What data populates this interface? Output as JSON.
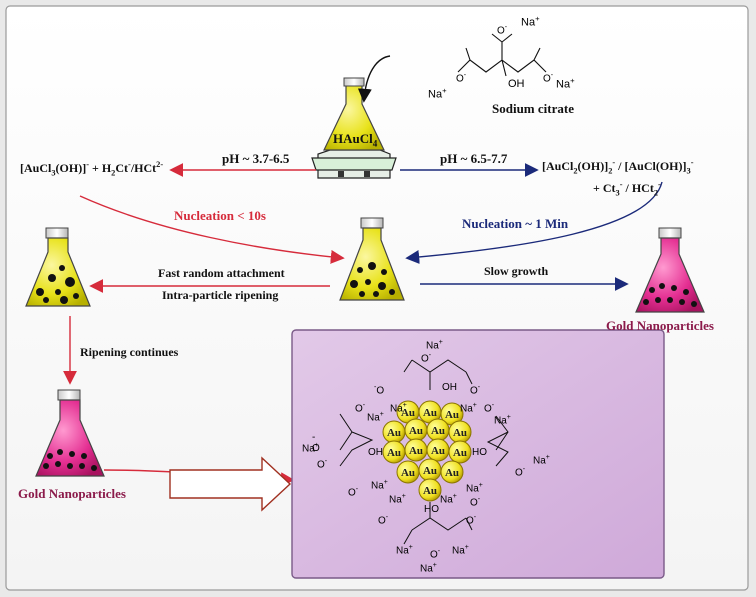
{
  "center_flask": {
    "label": "HAuCl",
    "sub": "4"
  },
  "citrate": {
    "caption": "Sodium citrate",
    "na": "Na",
    "plus": "+",
    "oh": "OH",
    "o": "O"
  },
  "left_branch": {
    "ph": "pH ~ 3.7-6.5",
    "species_a": "[AuCl",
    "species_a_sub": "3",
    "species_a_mid": "(OH)]",
    "species_a_sup": "-",
    "species_b": " + H",
    "species_b_sub": "2",
    "species_b_mid": "Ct",
    "species_b_sup": "-",
    "species_b_end": "/HCt",
    "species_b_sup2": "2-",
    "nucleation": "Nucleation < 10s",
    "attach": "Fast random attachment",
    "ripen": "Intra-particle ripening",
    "continues": "Ripening continues",
    "product": "Gold Nanoparticles"
  },
  "right_branch": {
    "ph": "pH ~ 6.5-7.7",
    "species_a": "[AuCl",
    "species_a_sub": "2",
    "species_a_mid": "(OH)]",
    "species_a_sub2": "2",
    "species_a_sup": "-",
    "species_a2": " / [AuCl(OH)]",
    "species_a2_sub": "3",
    "species_a2_sup": "-",
    "species_b": "+ Ct",
    "species_b_sub": "3",
    "species_b_sup": "-",
    "species_b_end": " / HCt",
    "species_b_sub2": "2",
    "species_b_sup2": "-",
    "nucleation": "Nucleation ~ 1 Min",
    "growth": "Slow growth",
    "product": "Gold Nanoparticles"
  },
  "nanoparticle": {
    "atom": "Au",
    "na": "Na",
    "plus": "+",
    "o_minus": "O",
    "minus": "-",
    "oh": "OH",
    "ho": "HO",
    "o": "O"
  },
  "colors": {
    "red": "#d62b3b",
    "navy": "#1b2a7a",
    "maroon": "#8b1a4a",
    "yellow": "#f3ee20",
    "pink": "#e23c96",
    "panel": "#d8b8e0"
  }
}
